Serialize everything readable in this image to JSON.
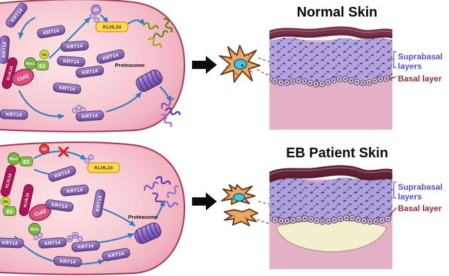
{
  "figure": {
    "molecules": {
      "krt14": "KRT14",
      "klhl24": "KLHL24",
      "cul3": "Cul3",
      "rbx1": "Rbx1",
      "e2": "E2",
      "ub": "Ub",
      "proteasome": "Proteasome"
    },
    "normal_panel": {
      "title": "Normal Skin",
      "suprabasal_line1": "Suprabasal",
      "suprabasal_line2": "layers",
      "basal_label": "Basal layer"
    },
    "eb_panel": {
      "title": "EB Patient Skin",
      "suprabasal_line1": "Suprabasal",
      "suprabasal_line2": "layers",
      "basal_label": "Basal layer"
    },
    "colors": {
      "suprabasal_text": "#4f4fd0",
      "basal_text": "#8e2f35",
      "arrow_blue": "#2e7fc1",
      "red_x": "#e21f1f",
      "krt14_purple": "#8464ae",
      "klhl24_yellow": "#fdd94f",
      "complex_magenta": "#ad1457",
      "cul3_pink": "#d94f7e",
      "e2_green": "#8bc34a",
      "cell_pink": "#f2b3c1",
      "epidermis_purple": "#b2a2e2",
      "corneum_maroon": "#76314a",
      "dermis_pink": "#e3b0c8",
      "blister_cream": "#f4efce"
    }
  }
}
